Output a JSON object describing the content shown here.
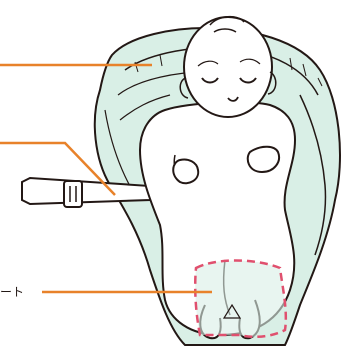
{
  "figure": {
    "description_type": "baby-carrier-insert-illustration"
  },
  "callouts": [
    {
      "id": "upper",
      "label": ""
    },
    {
      "id": "middle",
      "label": ""
    },
    {
      "id": "lower",
      "label": "ート"
    }
  ],
  "colors": {
    "leader_line": "#E8822A",
    "seat_dashes": "#E0506E",
    "insert_fill": "#D9EFE6",
    "insert_fill_dark": "#C3E3D6",
    "outline": "#231815",
    "skin": "#FFFFFF"
  },
  "icons": [
    "baby-figure",
    "seat-insert",
    "waist-strap",
    "buckle-icon",
    "triangle-mark-icon"
  ]
}
